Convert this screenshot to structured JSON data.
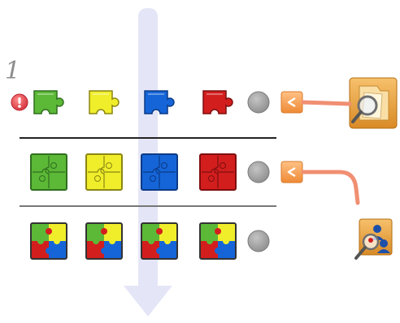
{
  "diagram": {
    "step_number": "1",
    "flow_arrow_color": "#e4e6f7",
    "rows": [
      {
        "stage": "single-pieces",
        "pieces": [
          {
            "color": "#5cb837",
            "dark": "#2f6f1e",
            "icon": "puzzle-piece-icon"
          },
          {
            "color": "#f0ee2b",
            "dark": "#8a8612",
            "icon": "puzzle-piece-icon"
          },
          {
            "color": "#1565d8",
            "dark": "#0b3a85",
            "icon": "puzzle-piece-icon"
          },
          {
            "color": "#d31e1e",
            "dark": "#7e0e0e",
            "icon": "puzzle-piece-icon"
          }
        ],
        "status": "pending",
        "has_error": true,
        "action_icon": "collapse-left-icon",
        "target_icon": "search-folder-icon"
      },
      {
        "stage": "same-color-squares",
        "pieces": [
          {
            "color": "#5cb837",
            "dark": "#2f6f1e",
            "icon": "puzzle-square-icon"
          },
          {
            "color": "#f0ee2b",
            "dark": "#8a8612",
            "icon": "puzzle-square-icon"
          },
          {
            "color": "#1565d8",
            "dark": "#0b3a85",
            "icon": "puzzle-square-icon"
          },
          {
            "color": "#d31e1e",
            "dark": "#7e0e0e",
            "icon": "puzzle-square-icon"
          }
        ],
        "status": "pending",
        "has_error": false,
        "action_icon": "collapse-left-icon",
        "target_icon": "search-users-icon"
      },
      {
        "stage": "mixed-color-squares",
        "pieces": [
          {
            "color": "mixed",
            "icon": "mixed-puzzle-square-icon"
          },
          {
            "color": "mixed",
            "icon": "mixed-puzzle-square-icon"
          },
          {
            "color": "mixed",
            "icon": "mixed-puzzle-square-icon"
          },
          {
            "color": "mixed",
            "icon": "mixed-puzzle-square-icon"
          }
        ],
        "status": "pending",
        "has_error": false,
        "action_icon": "",
        "target_icon": ""
      }
    ],
    "palette": {
      "green": "#5cb837",
      "yellow": "#f0ee2b",
      "blue": "#1565d8",
      "red": "#d31e1e",
      "status_gray": "#9a9a9a",
      "action_orange": "#f5a25a",
      "connector": "#f08f72",
      "divider": "#222222"
    }
  }
}
